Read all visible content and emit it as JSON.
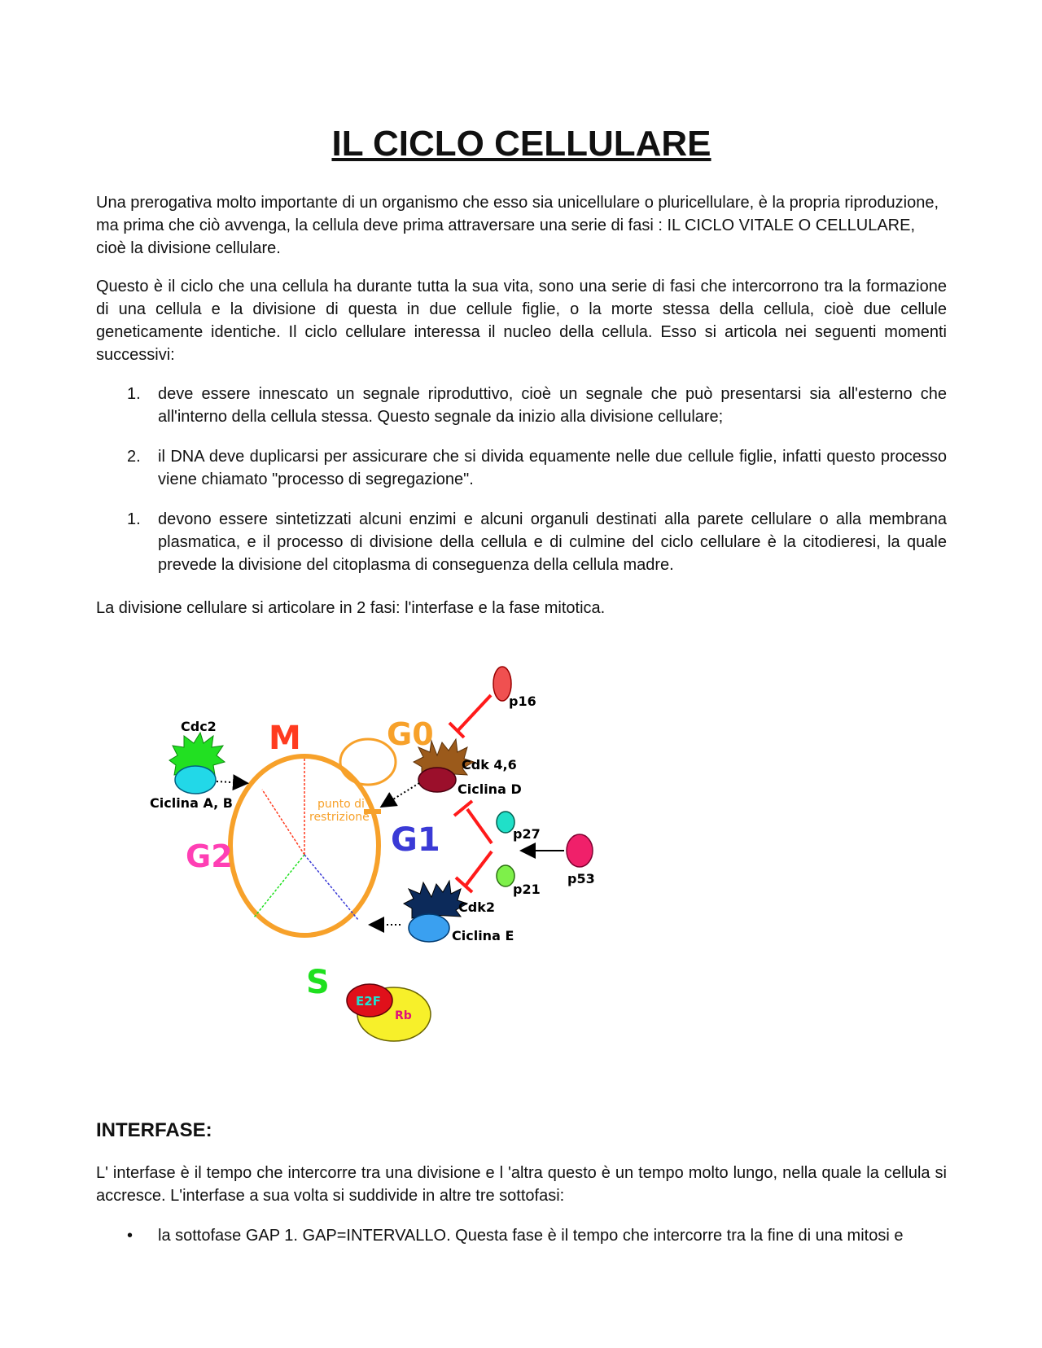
{
  "title": "IL CICLO CELLULARE",
  "intro_paragraph": "Una prerogativa molto importante di un organismo che esso sia unicellulare o pluricellulare, è la propria riproduzione, ma prima che ciò avvenga, la cellula deve prima attraversare una serie di fasi : IL CICLO VITALE O CELLULARE, cioè la divisione cellulare.",
  "second_paragraph": "Questo è il ciclo che una cellula ha durante tutta la sua vita, sono una serie di fasi che intercorrono tra la formazione di una cellula e la divisione di questa in due cellule figlie, o la morte stessa della cellula, cioè due cellule geneticamente identiche. Il ciclo cellulare interessa il nucleo della cellula. Esso si articola nei seguenti momenti successivi:",
  "list": [
    {
      "number": "1.",
      "text": "deve essere innescato un segnale riproduttivo, cioè un segnale che può presentarsi sia all'esterno che all'interno della cellula stessa. Questo segnale da inizio alla divisione cellulare;"
    },
    {
      "number": "2.",
      "text": "il DNA deve duplicarsi per assicurare che si divida equamente nelle due cellule figlie, infatti questo processo viene chiamato \"processo di segregazione\"."
    },
    {
      "number": "1.",
      "text": "devono essere sintetizzati alcuni enzimi e alcuni organuli destinati alla parete cellulare o alla membrana plasmatica, e il processo di divisione della cellula e di culmine del ciclo cellulare è la citodieresi, la quale prevede la divisione del citoplasma  di conseguenza della cellula madre."
    }
  ],
  "phases_sentence": "La divisione cellulare si articolare in 2 fasi: l'interfase e la fase mitotica.",
  "diagram": {
    "phase_M": "M",
    "phase_G0": "G0",
    "phase_G1": "G1",
    "phase_G2": "G2",
    "phase_S": "S",
    "restriction_point_line1": "punto di",
    "restriction_point_line2": "restrizione",
    "cdc2": "Cdc2",
    "ciclina_ab": "Ciclina A, B",
    "cdk46": "Cdk 4,6",
    "ciclina_d": "Ciclina D",
    "p16": "p16",
    "p27": "p27",
    "p21": "p21",
    "p53": "p53",
    "cdk2": "Cdk2",
    "ciclina_e": "Ciclina E",
    "e2f": "E2F",
    "rb": "Rb",
    "colors": {
      "cycle": "#f7a12a",
      "M": "#ff3b1f",
      "G0": "#f7a12a",
      "G1": "#3a3ad6",
      "G2": "#ff3fb4",
      "S": "#1fe01f",
      "inhibitor": "#ff1a1a"
    }
  },
  "interfase_heading": "INTERFASE:",
  "interfase_paragraph": "L' interfase è il tempo che intercorre tra una divisione  e l 'altra questo è un tempo molto lungo, nella quale la cellula si accresce. L'interfase a sua volta si suddivide in altre tre sottofasi:",
  "bullet_1": "la sottofase GAP 1. GAP=INTERVALLO. Questa fase è il tempo che intercorre tra la fine di una mitosi e"
}
